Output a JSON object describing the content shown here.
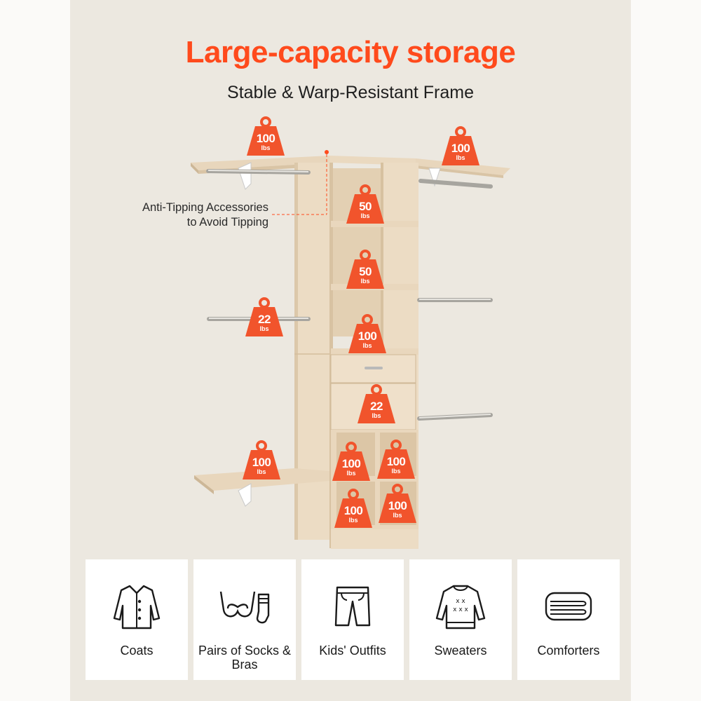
{
  "header": {
    "title": "Large-capacity storage",
    "subtitle": "Stable & Warp-Resistant Frame"
  },
  "callout": {
    "line1": "Anti-Tipping Accessories",
    "line2": "to Avoid Tipping"
  },
  "weight_unit": "lbs",
  "weights": [
    {
      "id": "top-left-shelf",
      "value": "100"
    },
    {
      "id": "top-right-shelf",
      "value": "100"
    },
    {
      "id": "upper-shelf-1",
      "value": "50"
    },
    {
      "id": "upper-shelf-2",
      "value": "50"
    },
    {
      "id": "left-rod",
      "value": "22"
    },
    {
      "id": "middle-shelf",
      "value": "100"
    },
    {
      "id": "drawer",
      "value": "22"
    },
    {
      "id": "bottom-left-shelf",
      "value": "100"
    },
    {
      "id": "cube-top-left",
      "value": "100"
    },
    {
      "id": "cube-top-right",
      "value": "100"
    },
    {
      "id": "cube-bottom-left",
      "value": "100"
    },
    {
      "id": "cube-bottom-right",
      "value": "100"
    }
  ],
  "features": [
    {
      "label": "Coats",
      "icon": "coat-icon"
    },
    {
      "label": "Pairs of Socks & Bras",
      "icon": "socks-bra-icon"
    },
    {
      "label": "Kids' Outfits",
      "icon": "kids-shorts-icon"
    },
    {
      "label": "Sweaters",
      "icon": "sweater-icon"
    },
    {
      "label": "Comforters",
      "icon": "comforter-icon"
    }
  ],
  "colors": {
    "accent": "#ff4a1c",
    "weight_badge": "#f1542c",
    "wood": "#ecdcc4",
    "background": "#ece8e0"
  }
}
